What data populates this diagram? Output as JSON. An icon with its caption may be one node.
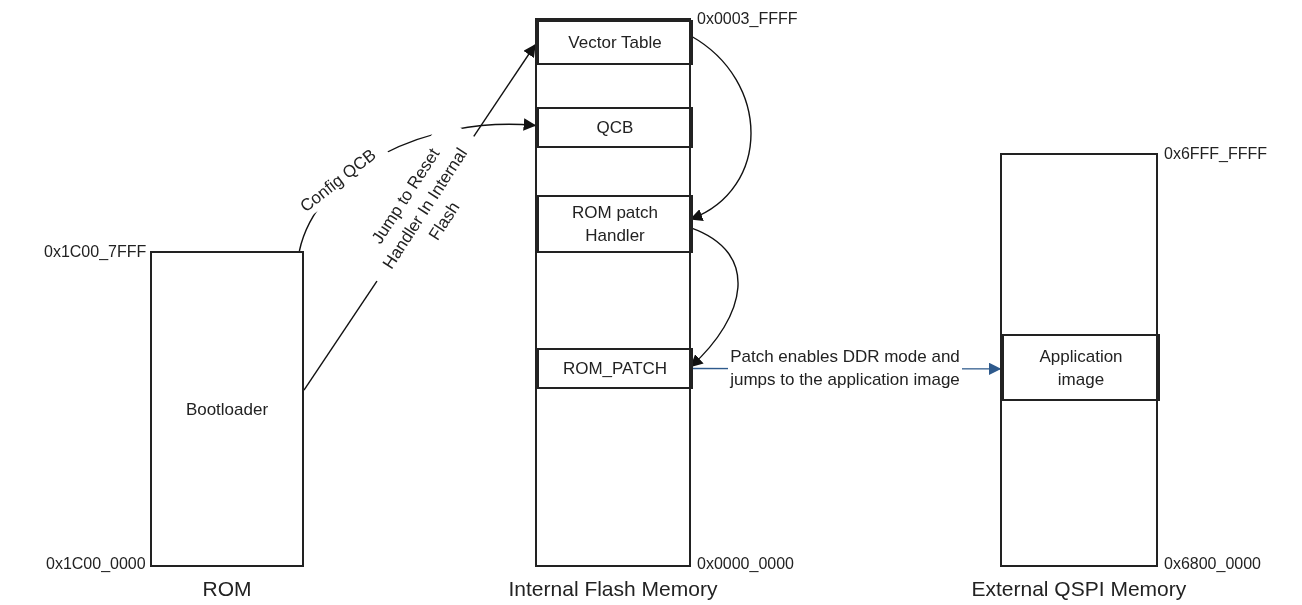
{
  "diagram": {
    "nodes": [
      {
        "text": [
          "Bootloader",
          "ROM"
        ],
        "beside": [
          "0x1C00_7FFF",
          "0x1C00_0000"
        ]
      },
      {
        "text": [
          "Internal Flash Memory"
        ],
        "beside": [
          "0x0003_FFFF",
          "0x0000_0000"
        ]
      },
      {
        "text": [
          "Vector Table"
        ],
        "in": 1
      },
      {
        "text": [
          "QCB"
        ],
        "in": 1
      },
      {
        "text": [
          "ROM patch Handler"
        ],
        "in": 1
      },
      {
        "text": [
          "ROM_PATCH"
        ],
        "in": 1
      },
      {
        "text": [
          "External QSPI Memory"
        ],
        "beside": [
          "0x6FFF_FFFF",
          "0x6800_0000"
        ]
      },
      {
        "text": [
          "Application image"
        ],
        "in": 6
      }
    ],
    "edges": [
      {
        "from": 0,
        "to": 3,
        "arrow": "to",
        "label": "Config QCB"
      },
      {
        "from": 0,
        "to": 2,
        "arrow": "to",
        "label": "Jump to Reset Handler In Internal Flash"
      },
      {
        "from": 2,
        "to": 4,
        "arrow": "to"
      },
      {
        "from": 4,
        "to": 5,
        "arrow": "to"
      },
      {
        "from": 5,
        "to": 7,
        "arrow": "to",
        "label": "Patch enables DDR mode and jumps to the application image",
        "color": "#2e5a8c"
      }
    ]
  }
}
